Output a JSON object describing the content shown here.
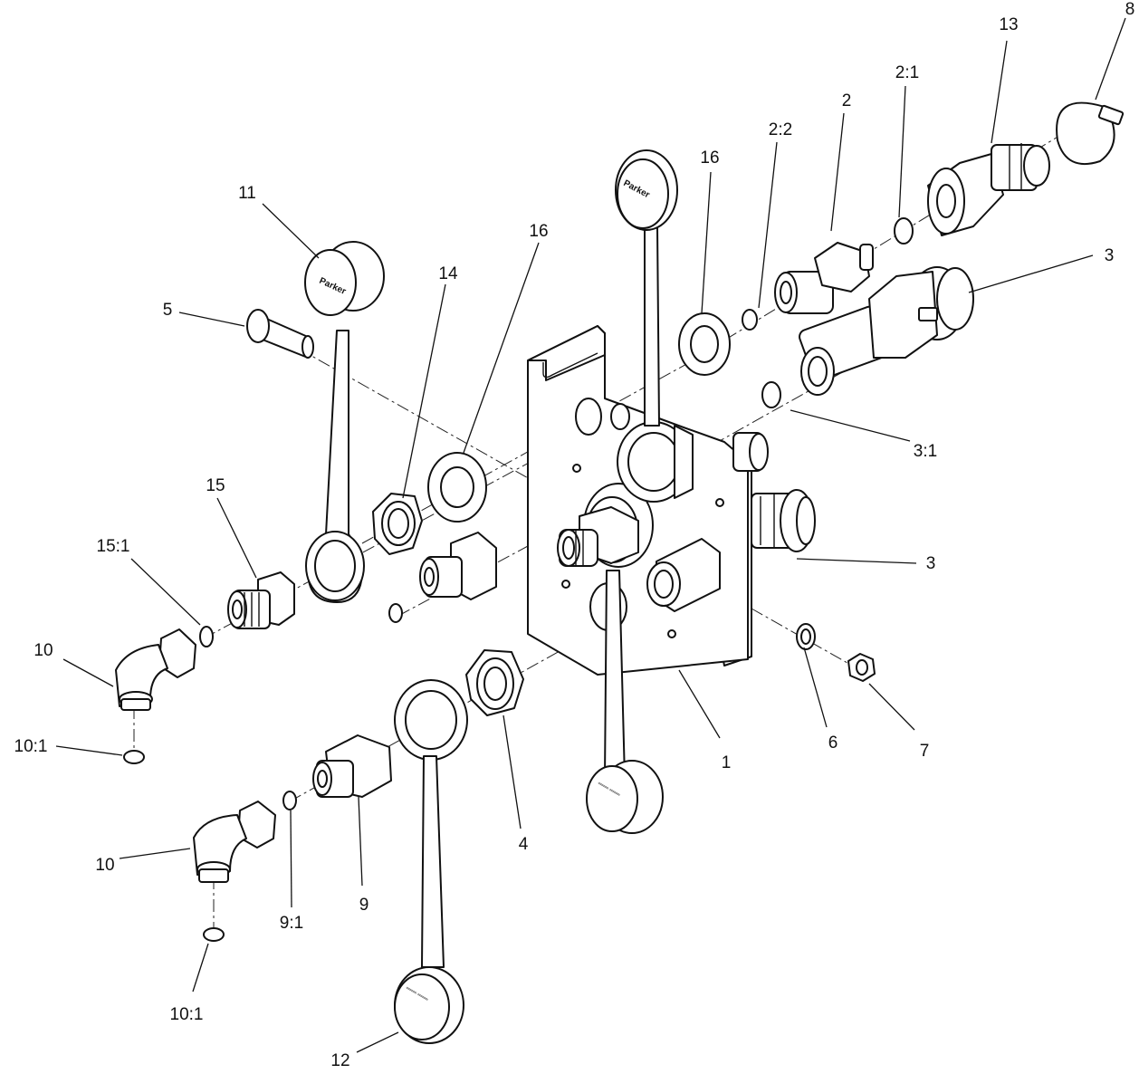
{
  "diagram": {
    "callouts": {
      "c1": "1",
      "c2": "2",
      "c2_1": "2:1",
      "c2_2": "2:2",
      "c3a": "3",
      "c3b": "3",
      "c3_1": "3:1",
      "c4": "4",
      "c5": "5",
      "c6": "6",
      "c7": "7",
      "c8": "8",
      "c9": "9",
      "c9_1": "9:1",
      "c10a": "10",
      "c10b": "10",
      "c10_1a": "10:1",
      "c10_1b": "10:1",
      "c11": "11",
      "c12": "12",
      "c13": "13",
      "c14": "14",
      "c15": "15",
      "c15_1": "15:1",
      "c16a": "16",
      "c16b": "16"
    },
    "dust_cap": {
      "brand": "Parker"
    },
    "colors": {
      "line": "#111111",
      "background": "#ffffff"
    }
  }
}
